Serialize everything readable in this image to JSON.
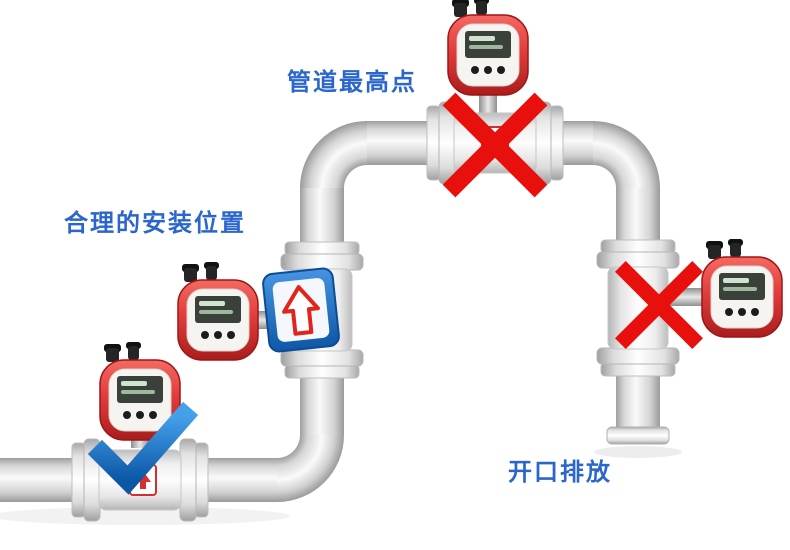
{
  "diagram": {
    "labels": {
      "highest_point": "管道最高点",
      "proper_position": "合理的安装位置",
      "open_discharge": "开口排放"
    },
    "colors": {
      "label_text": "#2b66cc",
      "pipe_light": "#fafafa",
      "pipe_dark": "#9e9e9e",
      "meter_housing_red": "#e23c3c",
      "wrong_mark_red": "#e8100c",
      "correct_mark_blue": "#1668b8",
      "indicator_blue": "#2a76c9"
    },
    "meters": [
      {
        "name": "flowmeter-top",
        "position_label": "管道最高点",
        "verdict": "wrong"
      },
      {
        "name": "flowmeter-left-vertical",
        "position_label": "合理的安装位置",
        "verdict": "correct"
      },
      {
        "name": "flowmeter-bottom-horizontal",
        "position_label": "合理的安装位置",
        "verdict": "correct"
      },
      {
        "name": "flowmeter-right-vertical",
        "position_label": "开口排放",
        "verdict": "wrong"
      }
    ]
  }
}
